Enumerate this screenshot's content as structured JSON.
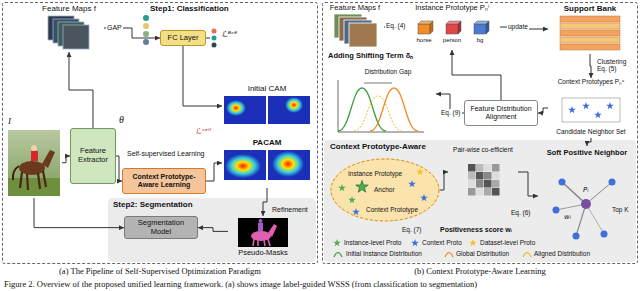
{
  "diagram": {
    "caption": "Figure 2. Overview of the proposed unified learning framework. (a) shows image label-guided WSSS (from classification to segmentation)",
    "nodes": [
      {
        "text": [
          "(a) The Pipeline of Self-Supervised Optimization Paradigm"
        ]
      },
      {
        "text": [
          "Feature Maps f"
        ],
        "in": 0
      },
      {
        "text": [
          "FC Layer"
        ],
        "in": 0
      },
      {
        "text": [
          "I"
        ],
        "in": 0
      },
      {
        "text": [
          "Feature Extractor"
        ],
        "in": 0
      },
      {
        "text": [
          "Initial CAM"
        ],
        "in": 0
      },
      {
        "text": [
          "Context Prototype-Aware Learning"
        ],
        "in": 0
      },
      {
        "text": [
          "PACAM"
        ],
        "in": 0
      },
      {
        "text": [
          "Step2: Segmentation"
        ],
        "in": 0
      },
      {
        "text": [
          "Segmentation Model"
        ],
        "in": 8
      },
      {
        "text": [
          "Pseudo-Masks"
        ],
        "in": 8
      },
      {
        "text": [
          "(b) Context Prototype-Aware Learning"
        ]
      },
      {
        "text": [
          "Feature Maps f"
        ],
        "in": 11
      },
      {
        "text": [
          "Instance Prototype Pₙⁱ"
        ],
        "in": 11
      },
      {
        "text": [
          "Support Bank"
        ],
        "in": 11
      },
      {
        "text": [
          "Adding Shifting Term δₙ",
          "Distribution Gap"
        ],
        "in": 11
      },
      {
        "text": [
          "Feature Distribution Alignment"
        ],
        "in": 11
      },
      {
        "text": [
          "Context Prototypes Pₙᶜ",
          "Candidate Neighbor Set"
        ],
        "in": 11
      },
      {
        "text": [
          "Context Prototype-Aware"
        ],
        "in": 11
      },
      {
        "text": [
          "Instance Prototype",
          "Anchor",
          "Context Prototype"
        ],
        "in": 18
      },
      {
        "text": [
          "Pair-wise co-efficient"
        ],
        "in": 18
      },
      {
        "text": [
          "Soft Positive Neighbor",
          "Pᵢ",
          "wᵢ",
          "Top K"
        ],
        "in": 18
      }
    ],
    "edges": [
      {
        "from": 1,
        "to": 2,
        "arrow": "to",
        "label": "GAP"
      },
      {
        "from": 3,
        "to": 4,
        "arrow": "to"
      },
      {
        "from": 4,
        "to": 1,
        "arrow": "to"
      },
      {
        "from": 4,
        "to": 6,
        "arrow": "to"
      },
      {
        "from": 2,
        "to": 5,
        "arrow": "to"
      },
      {
        "from": 6,
        "to": 7,
        "arrow": "to"
      },
      {
        "from": 7,
        "to": 10,
        "arrow": "to",
        "label": "Refinement"
      },
      {
        "from": 10,
        "to": 9,
        "arrow": "to"
      },
      {
        "from": 3,
        "to": 9,
        "arrow": "to"
      },
      {
        "from": 12,
        "to": 13,
        "arrow": "to",
        "label": "Eq. (4)"
      },
      {
        "from": 13,
        "to": 14,
        "arrow": "to",
        "label": "update"
      },
      {
        "from": 14,
        "to": 17,
        "arrow": "to",
        "label": "Clustering Eq. (5)"
      },
      {
        "from": 17,
        "to": 16,
        "arrow": "to"
      },
      {
        "from": 16,
        "to": 15,
        "arrow": "to",
        "label": "Eq. (9)"
      },
      {
        "from": 16,
        "to": 13,
        "arrow": "to"
      },
      {
        "from": 19,
        "to": 20,
        "arrow": "to"
      },
      {
        "from": 20,
        "to": 21,
        "arrow": "to",
        "label": "Eq. (6)"
      },
      {
        "from": 17,
        "to": 21,
        "arrow": "to"
      }
    ],
    "labels": [
      "Step1: Classification",
      "θ",
      "ℒᴮᶜᴱ",
      "ℒˢᵉˡᶠ",
      "Self-supervised Learning",
      "horse",
      "person",
      "bg",
      "Eq. (7)",
      "Positiveness score wᵢ"
    ],
    "legend": [
      {
        "text": "Instance-level Proto"
      },
      {
        "text": "Context Proto"
      },
      {
        "text": "Dataset-level Proto"
      },
      {
        "text": "Initial Instance Distribution"
      },
      {
        "text": "Global Distribution"
      },
      {
        "text": "Aligned Distribution"
      }
    ]
  }
}
